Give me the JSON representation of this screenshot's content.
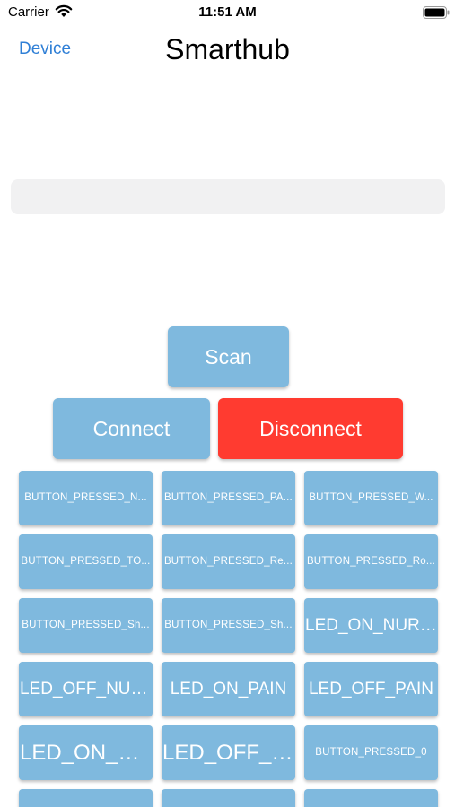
{
  "status_bar": {
    "carrier": "Carrier",
    "time": "11:51 AM"
  },
  "nav": {
    "back_label": "Device",
    "title": "Smarthub"
  },
  "device_field": {
    "value": "",
    "placeholder": ""
  },
  "buttons": {
    "scan": "Scan",
    "connect": "Connect",
    "disconnect": "Disconnect"
  },
  "colors": {
    "button_blue": "#7fb9de",
    "disconnect_red": "#ff3b30",
    "link_blue": "#2f7fd6"
  },
  "commands": [
    "BUTTON_PRESSED_N...",
    "BUTTON_PRESSED_PA...",
    "BUTTON_PRESSED_W...",
    "BUTTON_PRESSED_TO...",
    "BUTTON_PRESSED_Re...",
    "BUTTON_PRESSED_Ro...",
    "BUTTON_PRESSED_Sh...",
    "BUTTON_PRESSED_Sh...",
    "LED_ON_NURSE",
    "LED_OFF_NURSE",
    "LED_ON_PAIN",
    "LED_OFF_PAIN",
    "LED_ON_MIC",
    "LED_OFF_MIC",
    "BUTTON_PRESSED_0",
    "",
    "",
    ""
  ]
}
